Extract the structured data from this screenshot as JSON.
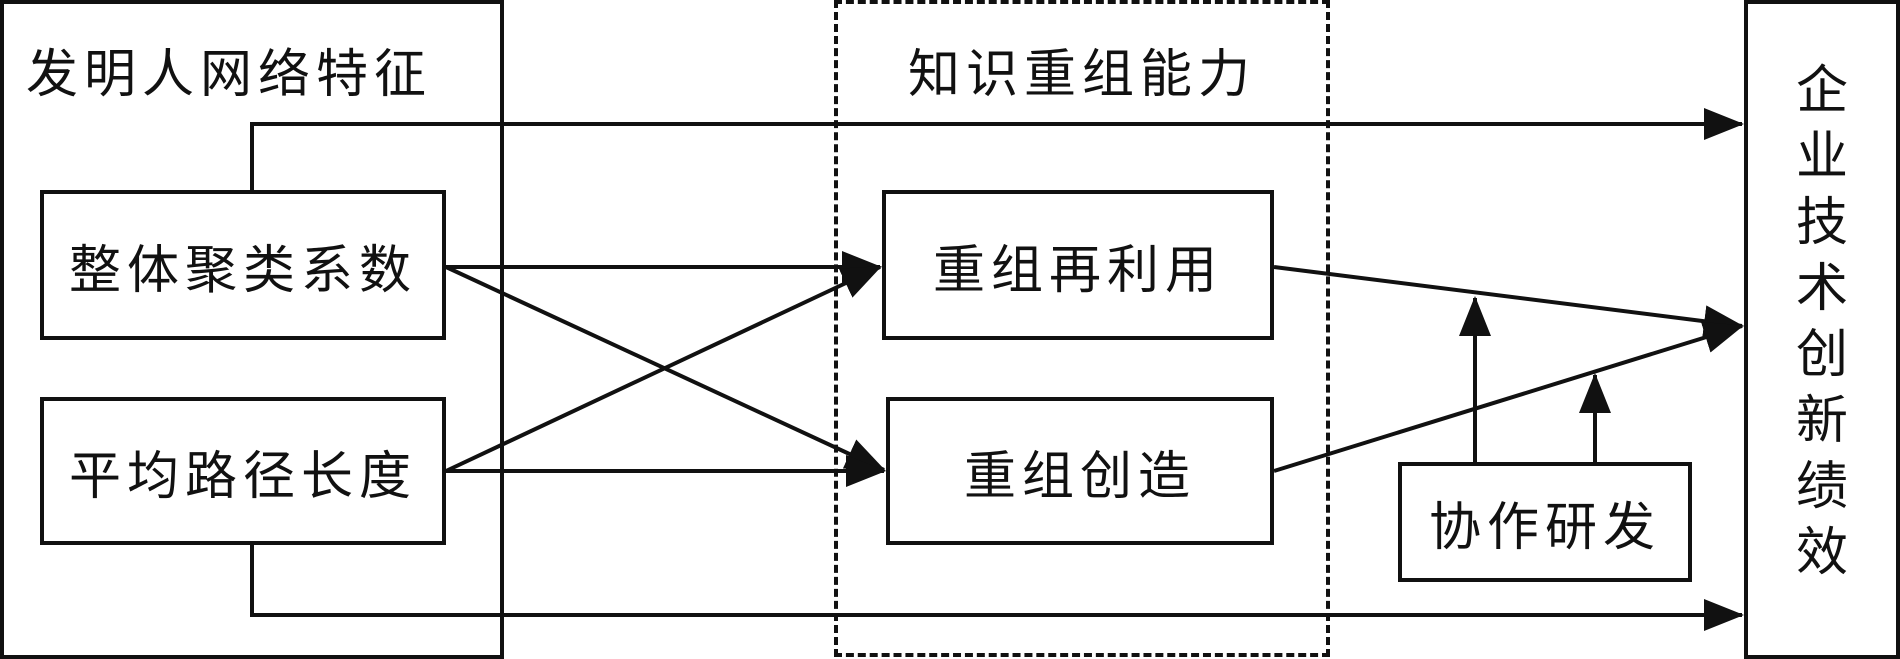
{
  "groups": {
    "network": "发明人网络特征",
    "recombination": "知识重组能力"
  },
  "nodes": {
    "overall_clustering": "整体聚类系数",
    "avg_path_length": "平均路径长度",
    "reuse": "重组再利用",
    "creation": "重组创造",
    "collab_rd": "协作研发",
    "performance": [
      "企",
      "业",
      "技",
      "术",
      "创",
      "新",
      "绩",
      "效"
    ]
  }
}
